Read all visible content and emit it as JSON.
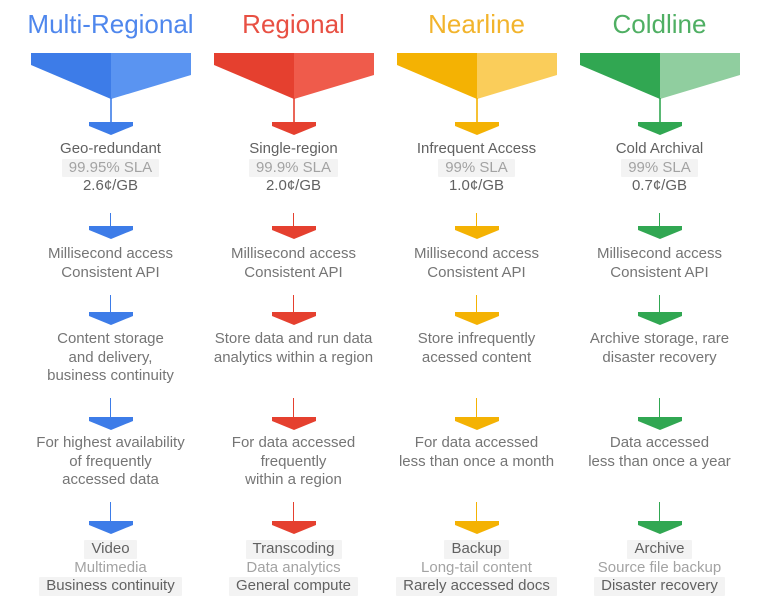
{
  "columns": [
    {
      "title": "Multi-Regional",
      "colors": {
        "dark": "#3d7ce8",
        "light": "#5a94f1",
        "title": "#4f87ed"
      },
      "spec": {
        "line1": "Geo-redundant",
        "line2": "99.95% SLA",
        "line3": "2.6¢/GB"
      },
      "access": {
        "line1": "Millisecond access",
        "line2": "Consistent API"
      },
      "purpose": [
        "Content storage",
        "and delivery,",
        "business continuity"
      ],
      "audience": [
        "For highest availability",
        "of frequently",
        "accessed data"
      ],
      "use_cases": [
        "Video",
        "Multimedia",
        "Business continuity"
      ]
    },
    {
      "title": "Regional",
      "colors": {
        "dark": "#e5402f",
        "light": "#ef5b4b",
        "title": "#e85043"
      },
      "spec": {
        "line1": "Single-region",
        "line2": "99.9% SLA",
        "line3": "2.0¢/GB"
      },
      "access": {
        "line1": "Millisecond access",
        "line2": "Consistent API"
      },
      "purpose": [
        "Store data and run data",
        "analytics within a region"
      ],
      "audience": [
        "For data accessed",
        "frequently",
        "within a region"
      ],
      "use_cases": [
        "Transcoding",
        "Data analytics",
        "General compute"
      ]
    },
    {
      "title": "Nearline",
      "colors": {
        "dark": "#f4b203",
        "light": "#facd5a",
        "title": "#f2b42c"
      },
      "spec": {
        "line1": "Infrequent Access",
        "line2": "99% SLA",
        "line3": "1.0¢/GB"
      },
      "access": {
        "line1": "Millisecond access",
        "line2": "Consistent API"
      },
      "purpose": [
        "Store infrequently",
        "acessed content"
      ],
      "audience": [
        "For data accessed",
        "less than once a month"
      ],
      "use_cases": [
        "Backup",
        "Long-tail content",
        "Rarely accessed docs"
      ]
    },
    {
      "title": "Coldline",
      "colors": {
        "dark": "#31a752",
        "light": "#90ce9f",
        "title": "#4faf63"
      },
      "spec": {
        "line1": "Cold Archival",
        "line2": "99% SLA",
        "line3": "0.7¢/GB"
      },
      "access": {
        "line1": "Millisecond access",
        "line2": "Consistent API"
      },
      "purpose": [
        "Archive storage, rare",
        "disaster recovery"
      ],
      "audience": [
        "Data accessed",
        "less than once a year"
      ],
      "use_cases": [
        "Archive",
        "Source file backup",
        "Disaster recovery"
      ]
    }
  ]
}
